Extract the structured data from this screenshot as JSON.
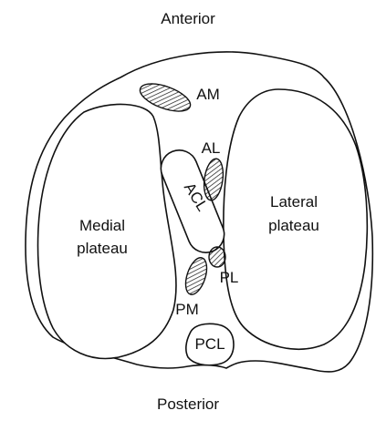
{
  "labels": {
    "anterior": "Anterior",
    "posterior": "Posterior",
    "am": "AM",
    "al": "AL",
    "acl": "ACL",
    "medial_line1": "Medial",
    "medial_line2": "plateau",
    "lateral_line1": "Lateral",
    "lateral_line2": "plateau",
    "pl": "PL",
    "pm": "PM",
    "pcl": "PCL"
  },
  "colors": {
    "line": "#111111",
    "background": "#ffffff"
  }
}
